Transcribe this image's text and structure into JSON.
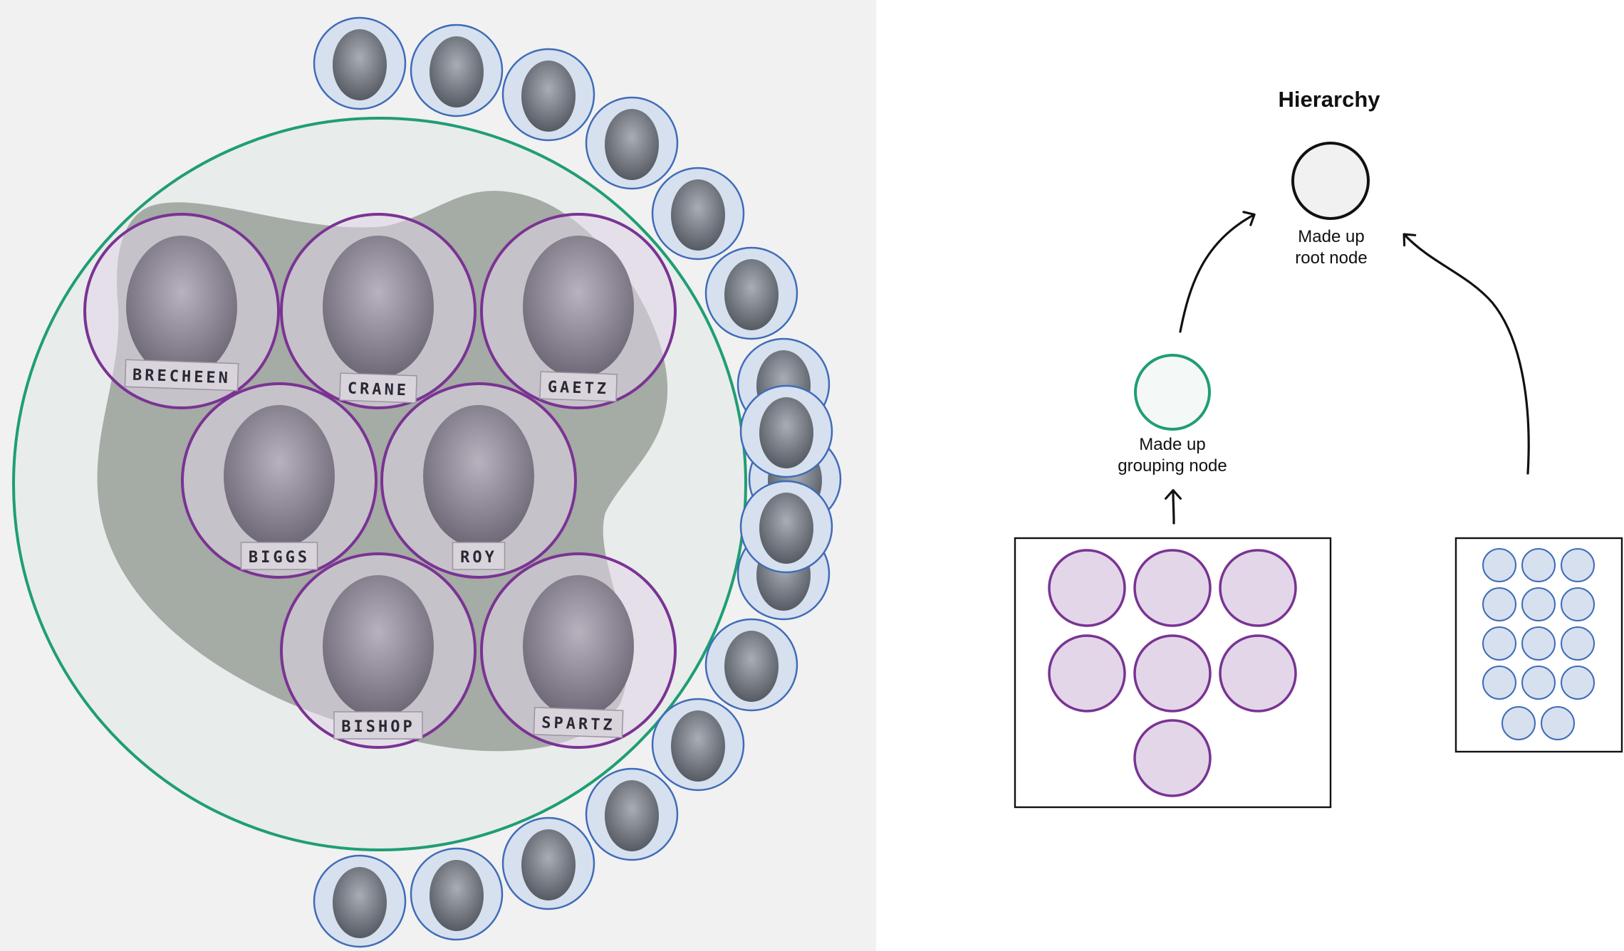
{
  "title": "Hierarchy",
  "root_node": {
    "line1": "Made up",
    "line2": "root node"
  },
  "grouping_node": {
    "line1": "Made up",
    "line2": "grouping node"
  },
  "members": [
    {
      "name": "BRECHEEN"
    },
    {
      "name": "CRANE"
    },
    {
      "name": "GAETZ"
    },
    {
      "name": "BIGGS"
    },
    {
      "name": "ROY"
    },
    {
      "name": "BISHOP"
    },
    {
      "name": "SPARTZ"
    }
  ],
  "outer_member_count": 17,
  "legend": {
    "purple_group_count": 7,
    "blue_group_count": 14
  },
  "colors": {
    "left_panel_bg": "#f1f1f1",
    "group_ring": "#1f9e73",
    "group_fill": "#e8eceb",
    "blob": "#a5aba5",
    "member_ring": "#7a3393",
    "member_fill": "#e2d6e8",
    "outer_ring": "#3f6cb8",
    "outer_fill": "#d7e0ee",
    "root_fill": "#f1f1f1",
    "grouping_fill": "#f4f8f7"
  }
}
